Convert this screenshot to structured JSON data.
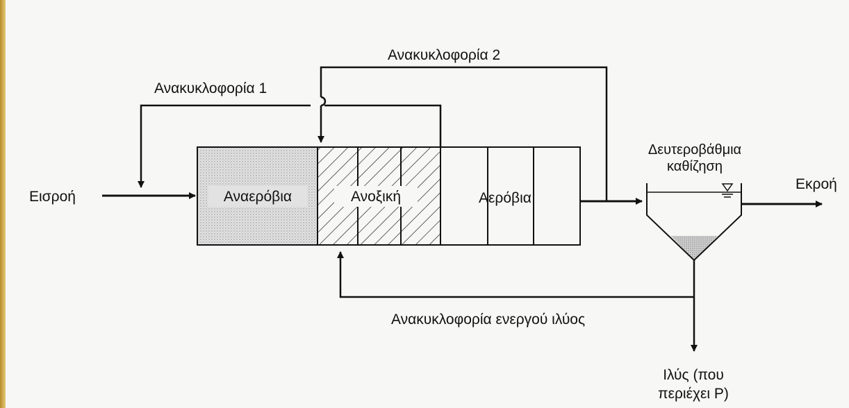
{
  "diagram": {
    "labels": {
      "recirculation_2": "Ανακυκλοφορία 2",
      "recirculation_1": "Ανακυκλοφορία 1",
      "influent": "Εισροή",
      "anaerobic": "Αναερόβια",
      "anoxic": "Ανοξική",
      "aerobic": "Αερόβια",
      "secondary_settling_line1": "Δευτεροβάθμια",
      "secondary_settling_line2": "καθίζηση",
      "effluent": "Εκροή",
      "sludge_recirculation": "Ανακυκλοφορία ενεργού ιλύος",
      "sludge_out_line1": "Ιλύς (που",
      "sludge_out_line2": "περιέχει P)"
    },
    "colors": {
      "line": "#111111",
      "anaerobic_fill": "#d9d9d9",
      "background": "#f7f7f5",
      "border_accent": "#c9a24a"
    }
  }
}
